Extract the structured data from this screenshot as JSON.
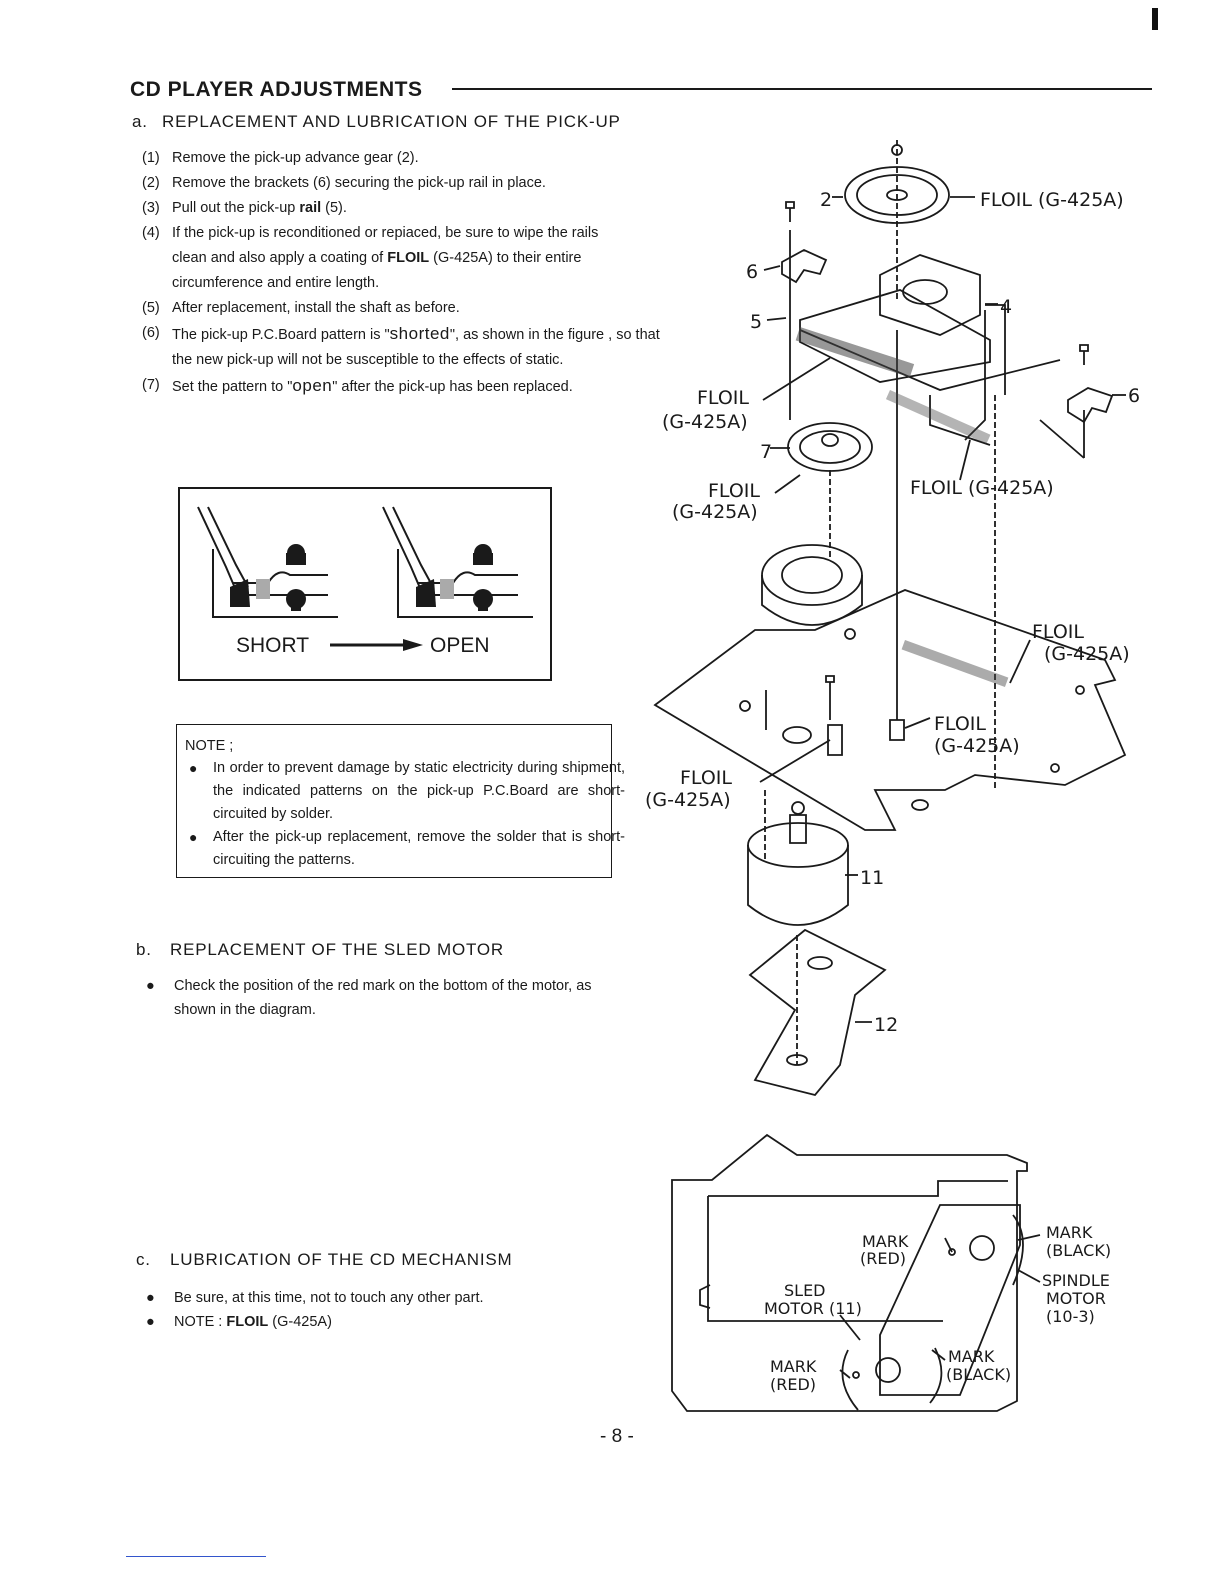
{
  "page": {
    "title": "CD PLAYER ADJUSTMENTS",
    "page_number": "- 8 -"
  },
  "section_a": {
    "letter": "a.",
    "heading": "REPLACEMENT AND LUBRICATION OF THE PICK-UP",
    "steps": [
      {
        "num": "(1)",
        "text": "Remove the pick-up advance gear (2)."
      },
      {
        "num": "(2)",
        "text": "Remove the brackets (6) securing the pick-up rail in place."
      },
      {
        "num": "(3)",
        "text_before": "Pull out the pick-up ",
        "text_bold": "rail",
        "text_after": " (5)."
      },
      {
        "num": "(4)",
        "text_before": "If the pick-up is reconditioned or repiaced, be sure to wipe the rails clean and also apply a coating of ",
        "text_bold": "FLOIL",
        "text_after": " (G-425A) to their entire circumference and entire length."
      },
      {
        "num": "(5)",
        "text": "After replacement, install the shaft as before."
      },
      {
        "num": "(6)",
        "text_before": "The pick-up P.C.Board pattern is \"",
        "text_em": "shorted",
        "text_after": "\", as shown in the figure , so that the new pick-up will not be susceptible to the effects of static."
      },
      {
        "num": "(7)",
        "text_before": "Set the pattern to \"",
        "text_em": "open",
        "text_after": "\" after the pick-up has been replaced."
      }
    ],
    "short_label": "SHORT",
    "open_label": "OPEN",
    "note": {
      "heading": "NOTE ;",
      "items": [
        "In order to prevent damage by static electricity during shipment, the indicated patterns on the pick-up P.C.Board are short-circuited by solder.",
        "After the pick-up replacement, remove the solder that is short-circuiting the patterns."
      ]
    }
  },
  "section_b": {
    "letter": "b.",
    "heading": "REPLACEMENT OF THE SLED MOTOR",
    "items": [
      "Check the position of the red mark on the bottom of the motor, as shown in the diagram."
    ]
  },
  "section_c": {
    "letter": "c.",
    "heading": "LUBRICATION OF THE CD MECHANISM",
    "items": [
      {
        "text": "Be sure, at this time, not to touch any other part."
      },
      {
        "text_before": "NOTE : ",
        "text_bold": "FLOIL",
        "text_after": " (G-425A)"
      }
    ]
  },
  "exploded_view": {
    "floil_full": "FLOIL (G-425A)",
    "floil": "FLOIL",
    "grease_code": "(G-425A)",
    "part_2": "2",
    "part_4": "4",
    "part_5": "5",
    "part_6": "6",
    "part_7": "7",
    "part_11": "11",
    "part_12": "12"
  },
  "motor_view": {
    "mark": "MARK",
    "red": "(RED)",
    "black": "(BLACK)",
    "sled_motor": "SLED",
    "sled_motor_2": "MOTOR (11)",
    "spindle": "SPINDLE",
    "spindle_2": "MOTOR",
    "spindle_3": "(10-3)"
  }
}
